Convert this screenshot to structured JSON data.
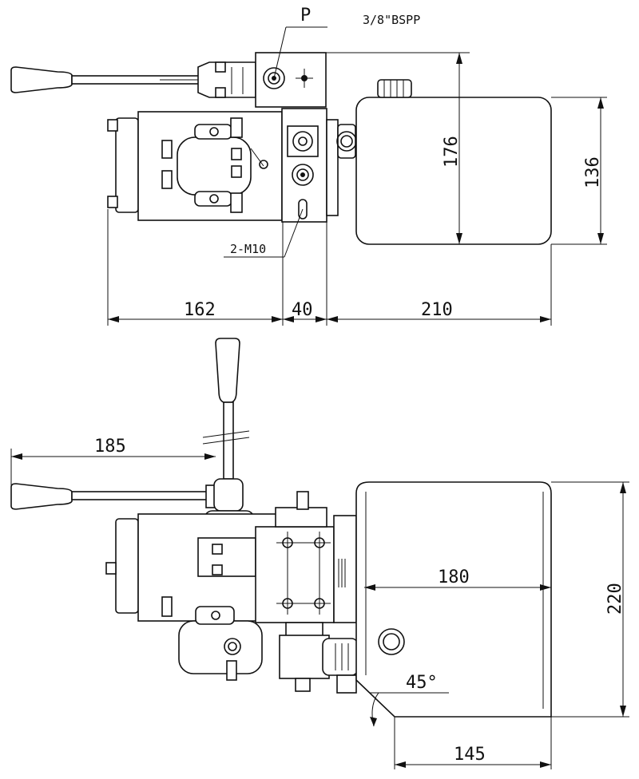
{
  "labels": {
    "port": "P",
    "thread": "3/8\"BSPP",
    "bolts": "2-M10"
  },
  "dimensions": {
    "top_height": "176",
    "tank_height": "136",
    "motor_len": "162",
    "block_len": "40",
    "tank_len": "210",
    "handle_reach": "185",
    "tank_width": "180",
    "tank_depth": "220",
    "angle": "45°",
    "bottom_len": "145"
  }
}
